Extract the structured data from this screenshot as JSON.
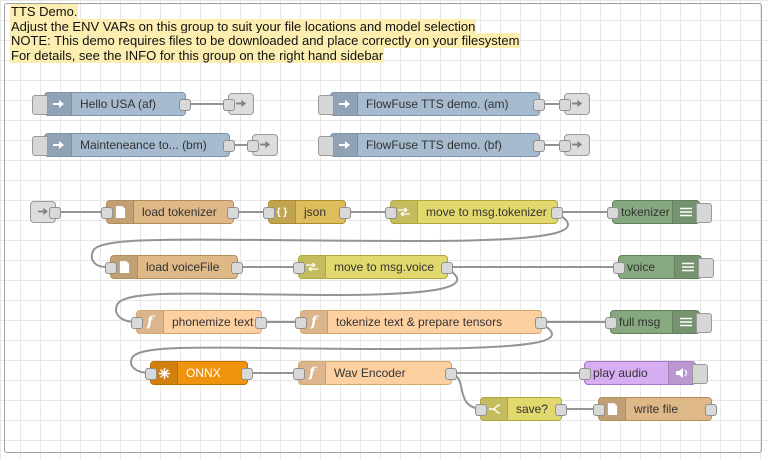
{
  "comment": {
    "line1": "TTS Demo.",
    "line2": "Adjust the ENV VARs on this group to suit your file locations and model selection",
    "line3": "NOTE: This demo requires files to be downloaded and place correctly on your filesystem",
    "line4": "For details, see the INFO for this group on the right hand sidebar"
  },
  "icons": {
    "function_glyph": "f",
    "json_glyph": "{ }"
  },
  "nodes": {
    "inject_hello": {
      "label": "Hello USA (af)"
    },
    "inject_flowfuse_am": {
      "label": "FlowFuse TTS demo. (am)"
    },
    "inject_maintenance": {
      "label": "Mainteneance to... (bm)"
    },
    "inject_flowfuse_bf": {
      "label": "FlowFuse TTS demo. (bf)"
    },
    "load_tokenizer": {
      "label": "load tokenizer"
    },
    "json": {
      "label": "json"
    },
    "move_tokenizer": {
      "label": "move to msg.tokenizer"
    },
    "debug_tokenizer": {
      "label": "tokenizer"
    },
    "load_voicefile": {
      "label": "load voiceFile"
    },
    "move_voice": {
      "label": "move to msg.voice"
    },
    "debug_voice": {
      "label": "voice"
    },
    "phonemize": {
      "label": "phonemize text"
    },
    "tokenize": {
      "label": "tokenize text & prepare tensors"
    },
    "debug_fullmsg": {
      "label": "full msg"
    },
    "onnx": {
      "label": "ONNX"
    },
    "wav_encoder": {
      "label": "Wav Encoder"
    },
    "play_audio": {
      "label": "play audio"
    },
    "save": {
      "label": "save?"
    },
    "write_file": {
      "label": "write file"
    }
  },
  "colors": {
    "inject": "#a6bbcf",
    "link": "#dddddd",
    "file": "#deb887",
    "json": "#debd5c",
    "change": "#e2d96e",
    "switch": "#e2d96e",
    "debug": "#87a980",
    "function": "#fdd0a2",
    "onnx": "#f0930f",
    "play_audio": "#d7aef1",
    "wire": "#949494",
    "grid": "#e7e7e7",
    "comment_highlight": "#fceeb0"
  }
}
